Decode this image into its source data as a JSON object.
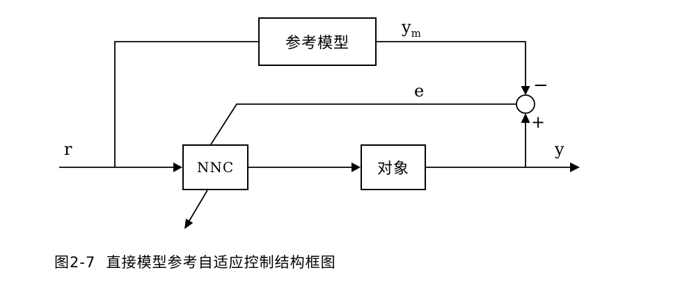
{
  "figure": {
    "blocks": {
      "reference_model": "参考模型",
      "controller": "NNC",
      "plant": "对象"
    },
    "signals": {
      "input": "r",
      "model_output_base": "y",
      "model_output_sub": "m",
      "error": "e",
      "output": "y",
      "sum_minus": "−",
      "sum_plus": "+"
    },
    "caption": "图2-7  直接模型参考自适应控制结构框图",
    "colors": {
      "line": "#000000",
      "background": "#ffffff"
    }
  }
}
